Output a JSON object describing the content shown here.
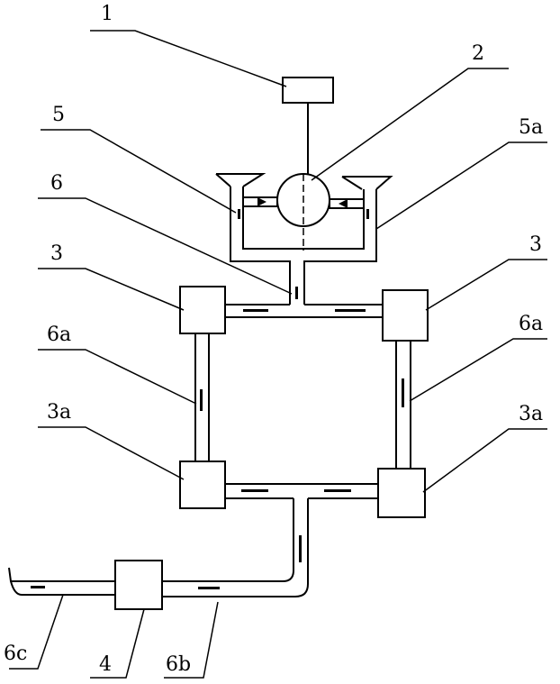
{
  "labels": {
    "l1": "1",
    "l2": "2",
    "l5": "5",
    "l5a": "5a",
    "l6": "6",
    "l3_left": "3",
    "l3_right": "3",
    "l6a_left": "6a",
    "l6a_right": "6a",
    "l3a_left": "3a",
    "l3a_right": "3a",
    "l6c": "6c",
    "l4": "4",
    "l6b": "6b"
  }
}
